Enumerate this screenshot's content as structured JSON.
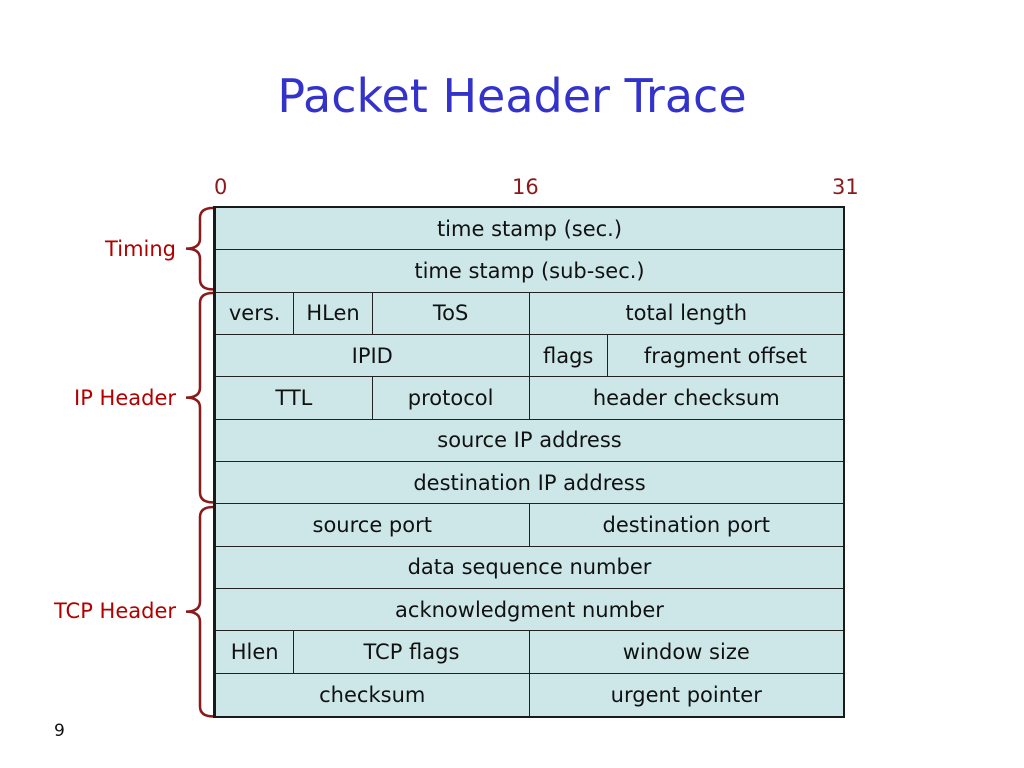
{
  "title": "Packet Header Trace",
  "bit_labels": [
    "0",
    "16",
    "31"
  ],
  "groups": [
    {
      "label": "Timing",
      "first_row": 0,
      "last_row": 1
    },
    {
      "label": "IP Header",
      "first_row": 2,
      "last_row": 6
    },
    {
      "label": "TCP Header",
      "first_row": 7,
      "last_row": 11
    }
  ],
  "rows": [
    [
      {
        "text": "time stamp (sec.)",
        "bits": 32
      }
    ],
    [
      {
        "text": "time stamp (sub-sec.)",
        "bits": 32
      }
    ],
    [
      {
        "text": "vers.",
        "bits": 4
      },
      {
        "text": "HLen",
        "bits": 4
      },
      {
        "text": "ToS",
        "bits": 8
      },
      {
        "text": "total length",
        "bits": 16
      }
    ],
    [
      {
        "text": "IPID",
        "bits": 16
      },
      {
        "text": "flags",
        "bits": 4
      },
      {
        "text": "fragment offset",
        "bits": 12
      }
    ],
    [
      {
        "text": "TTL",
        "bits": 8
      },
      {
        "text": "protocol",
        "bits": 8
      },
      {
        "text": "header checksum",
        "bits": 16
      }
    ],
    [
      {
        "text": "source IP address",
        "bits": 32
      }
    ],
    [
      {
        "text": "destination IP address",
        "bits": 32
      }
    ],
    [
      {
        "text": "source port",
        "bits": 16
      },
      {
        "text": "destination port",
        "bits": 16
      }
    ],
    [
      {
        "text": "data sequence number",
        "bits": 32
      }
    ],
    [
      {
        "text": "acknowledgment number",
        "bits": 32
      }
    ],
    [
      {
        "text": "Hlen",
        "bits": 4
      },
      {
        "text": "TCP flags",
        "bits": 12
      },
      {
        "text": "window size",
        "bits": 16
      }
    ],
    [
      {
        "text": "checksum",
        "bits": 16
      },
      {
        "text": "urgent pointer",
        "bits": 16
      }
    ]
  ],
  "page_number": "9",
  "colors": {
    "title": "#3333cc",
    "labels": "#b20000",
    "bit_labels": "#8b1a1a",
    "cell_fill": "#cde7e9",
    "brace": "#8b1a1a"
  }
}
